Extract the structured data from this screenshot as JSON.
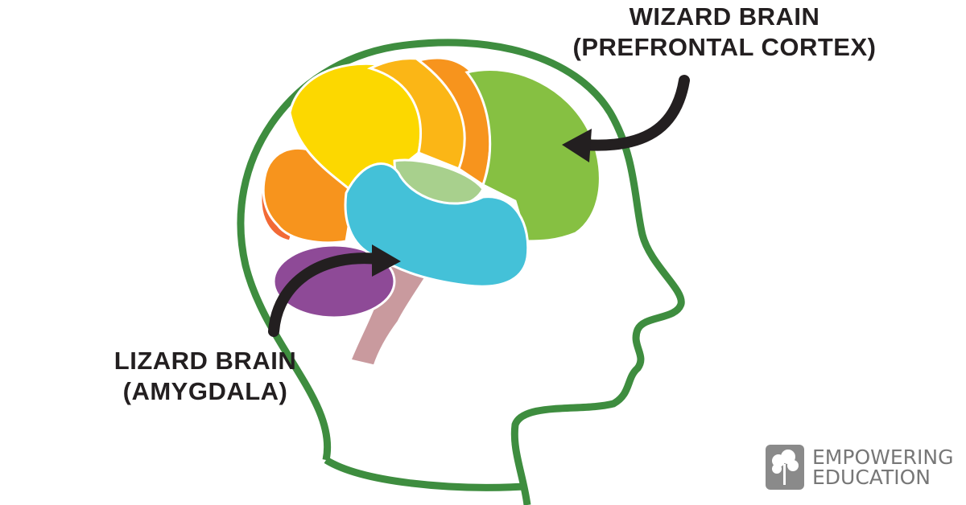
{
  "labels": {
    "wizard_line1": "WIZARD BRAIN",
    "wizard_line2": "(PREFRONTAL CORTEX)",
    "lizard_line1": "LIZARD BRAIN",
    "lizard_line2": "(AMYGDALA)"
  },
  "logo": {
    "line1": "EMPOWERING",
    "line2": "EDUCATION"
  },
  "colors": {
    "head_outline": "#3e8d3f",
    "frontal": "#86c042",
    "parietal_yellow": "#fcd800",
    "orange": "#f7941d",
    "gold": "#fbb616",
    "temporal": "#44c1d8",
    "light_green": "#a8d08d",
    "occipital_red": "#f26a36",
    "cerebellum": "#8e4a97",
    "brainstem": "#c99a9e",
    "arrow": "#231f20"
  }
}
